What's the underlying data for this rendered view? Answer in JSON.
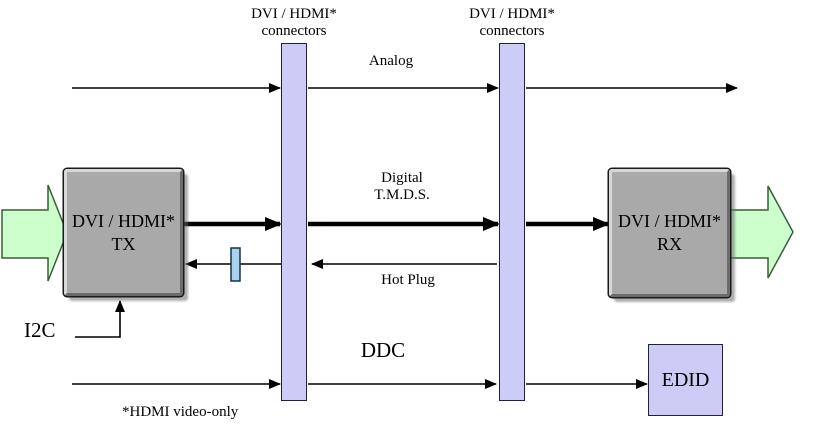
{
  "diagram": {
    "connectors": {
      "line1": "DVI / HDMI*",
      "line2": "connectors"
    },
    "tx": {
      "line1": "DVI / HDMI*",
      "line2": "TX"
    },
    "rx": {
      "line1": "DVI / HDMI*",
      "line2": "RX"
    },
    "edid": {
      "label": "EDID"
    },
    "signals": {
      "analog": {
        "label": "Analog",
        "direction": "left-to-right"
      },
      "digital": {
        "line1": "Digital",
        "line2": "T.M.D.S.",
        "direction": "left-to-right"
      },
      "hot_plug": {
        "label": "Hot Plug",
        "direction": "right-to-left"
      },
      "ddc": {
        "label": "DDC",
        "direction": "left-to-right"
      },
      "i2c": {
        "label": "I2C",
        "direction": "into-tx-bottom"
      }
    },
    "footnote": "*HDMI video-only",
    "colors": {
      "connector_fill": "#ccccf7",
      "chip_fill": "#a9a9a9",
      "edid_fill": "#ccccf7",
      "green_arrow_fill": "#ccffcc",
      "green_arrow_stroke": "#3a5f3a",
      "hotplug_component_fill": "#a8d2ee",
      "hotplug_component_stroke": "#16324a",
      "line_color": "#000000"
    }
  }
}
